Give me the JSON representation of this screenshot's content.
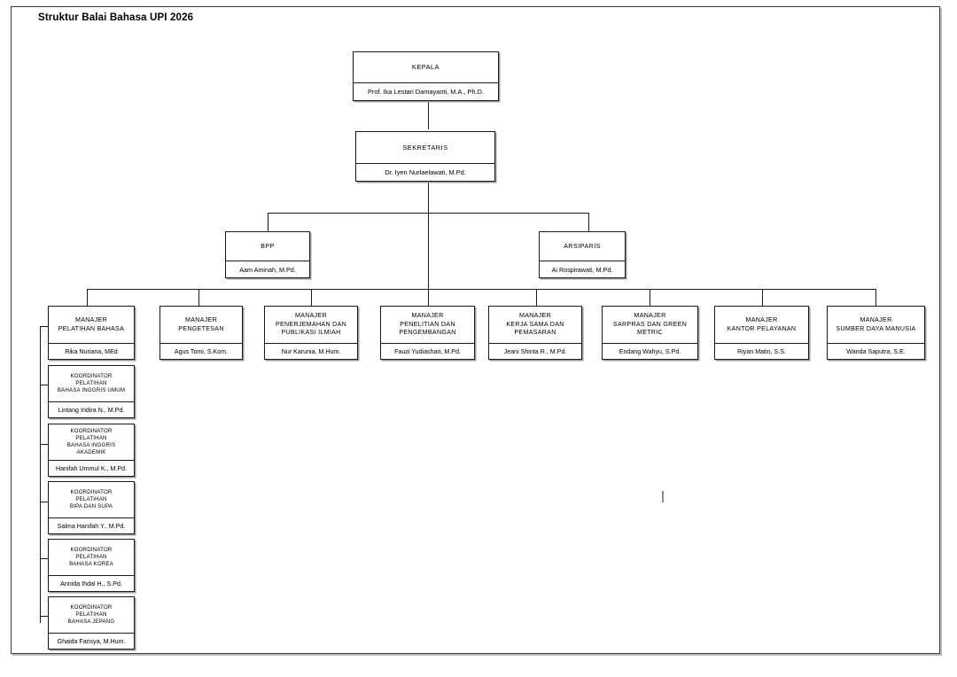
{
  "document": {
    "title": "Struktur Balai Bahasa UPI 2026"
  },
  "chart_data": {
    "type": "diagram",
    "diagram_kind": "organizational-chart",
    "title": "Struktur Balai Bahasa UPI 2026",
    "levels": [
      "kepala",
      "sekretaris",
      "support",
      "manajer",
      "koordinator"
    ]
  },
  "nodes": {
    "kepala": {
      "role": "KEPALA",
      "person": "Prof. Ika Lestari Damayanti, M.A., Ph.D."
    },
    "sekretaris": {
      "role": "SEKRETARIS",
      "person": "Dr. Iyen Nurlaelawati, M.Pd."
    },
    "bpp": {
      "role": "BPP",
      "person": "Aam Aminah, M.Pd."
    },
    "arsiparis": {
      "role": "ARSIPARIS",
      "person": "Ai Rospirawati, M.Pd."
    }
  },
  "managers": [
    {
      "role_lines": [
        "MANAJER",
        "PELATIHAN BAHASA"
      ],
      "person": "Rika Nuriana, MEd"
    },
    {
      "role_lines": [
        "MANAJER",
        "PENGETESAN"
      ],
      "person": "Agus Tomi, S.Kom."
    },
    {
      "role_lines": [
        "MANAJER",
        "PENERJEMAHAN DAN",
        "PUBLIKASI ILMIAH"
      ],
      "person": "Nur Karunia, M.Hum."
    },
    {
      "role_lines": [
        "MANAJER",
        "PENELITIAN DAN",
        "PENGEMBANGAN"
      ],
      "person": "Fauzi Yudiashari, M.Pd."
    },
    {
      "role_lines": [
        "MANAJER",
        "KERJA SAMA DAN",
        "PEMASARAN"
      ],
      "person": "Jeani Shinta R., M.Pd."
    },
    {
      "role_lines": [
        "MANAJER",
        "SARPRAS DAN GREEN",
        "METRIC"
      ],
      "person": "Endang Wahyu, S.Pd."
    },
    {
      "role_lines": [
        "MANAJER",
        "KANTOR PELAYANAN"
      ],
      "person": "Riyan Matin, S.S."
    },
    {
      "role_lines": [
        "MANAJER",
        "SUMBER DAYA MANUSIA"
      ],
      "person": "Wanda Saputra, S.E."
    }
  ],
  "coordinators": [
    {
      "role_lines": [
        "KOORDINATOR",
        "PELATIHAN",
        "BAHASA INGGRIS UMUM"
      ],
      "person": "Lintang Indira N., M.Pd."
    },
    {
      "role_lines": [
        "KOORDINATOR",
        "PELATIHAN",
        "BAHASA INGGRIS AKADEMIK"
      ],
      "person": "Hanifah Ummul K., M.Pd."
    },
    {
      "role_lines": [
        "KOORDINATOR",
        "PELATIHAN",
        "BIPA DAN SUPA"
      ],
      "person": "Salma Hanifah Y., M.Pd."
    },
    {
      "role_lines": [
        "KOORDINATOR",
        "PELATIHAN",
        "BAHASA KOREA"
      ],
      "person": "Annida Ihdal H., S.Pd."
    },
    {
      "role_lines": [
        "KOORDINATOR",
        "PELATIHAN",
        "BAHASA JEPANG"
      ],
      "person": "Ghaida Farisya, M.Hum."
    }
  ],
  "colors": {
    "page_background": "#ffffff",
    "box_border": "#1a1a1a",
    "frame_border": "#3a3a3a",
    "connector": "#1a1a1a"
  }
}
